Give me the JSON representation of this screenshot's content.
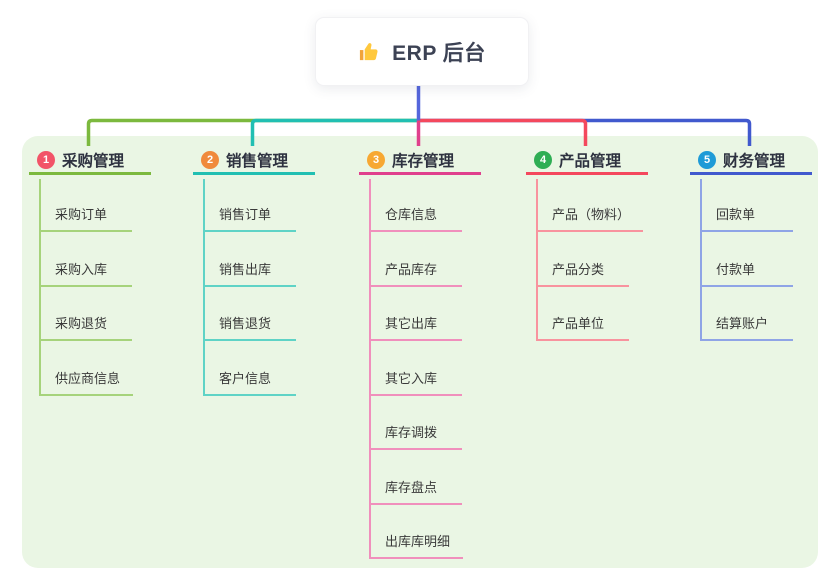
{
  "root": {
    "label": "ERP 后台",
    "icon": "thumbs-up-icon"
  },
  "branches": [
    {
      "badge": "1",
      "label": "采购管理",
      "badge_color": "#F25468",
      "line_color": "#7CB93E",
      "child_line_color": "#A6D37B",
      "children": [
        "采购订单",
        "采购入库",
        "采购退货",
        "供应商信息"
      ]
    },
    {
      "badge": "2",
      "label": "销售管理",
      "badge_color": "#F08A3C",
      "line_color": "#21BFB2",
      "child_line_color": "#5FD3C6",
      "children": [
        "销售订单",
        "销售出库",
        "销售退货",
        "客户信息"
      ]
    },
    {
      "badge": "3",
      "label": "库存管理",
      "badge_color": "#F7A832",
      "line_color": "#E0408D",
      "child_line_color": "#F08FBC",
      "children": [
        "仓库信息",
        "产品库存",
        "其它出库",
        "其它入库",
        "库存调拨",
        "库存盘点",
        "出库库明细"
      ]
    },
    {
      "badge": "4",
      "label": "产品管理",
      "badge_color": "#2FAE54",
      "line_color": "#F4485D",
      "child_line_color": "#F8939E",
      "children": [
        "产品（物料）",
        "产品分类",
        "产品单位"
      ]
    },
    {
      "badge": "5",
      "label": "财务管理",
      "badge_color": "#1F9BD7",
      "line_color": "#4159CE",
      "child_line_color": "#8FA4E6",
      "children": [
        "回款单",
        "付款单",
        "结算账户"
      ]
    }
  ],
  "colors": {
    "panel_bg": "#EAF6E4",
    "root_line": "#5566DC",
    "badge_text": "#FFFFFF",
    "thumb_fill": "#FFC83D",
    "thumb_cuff": "#F1A33A"
  }
}
